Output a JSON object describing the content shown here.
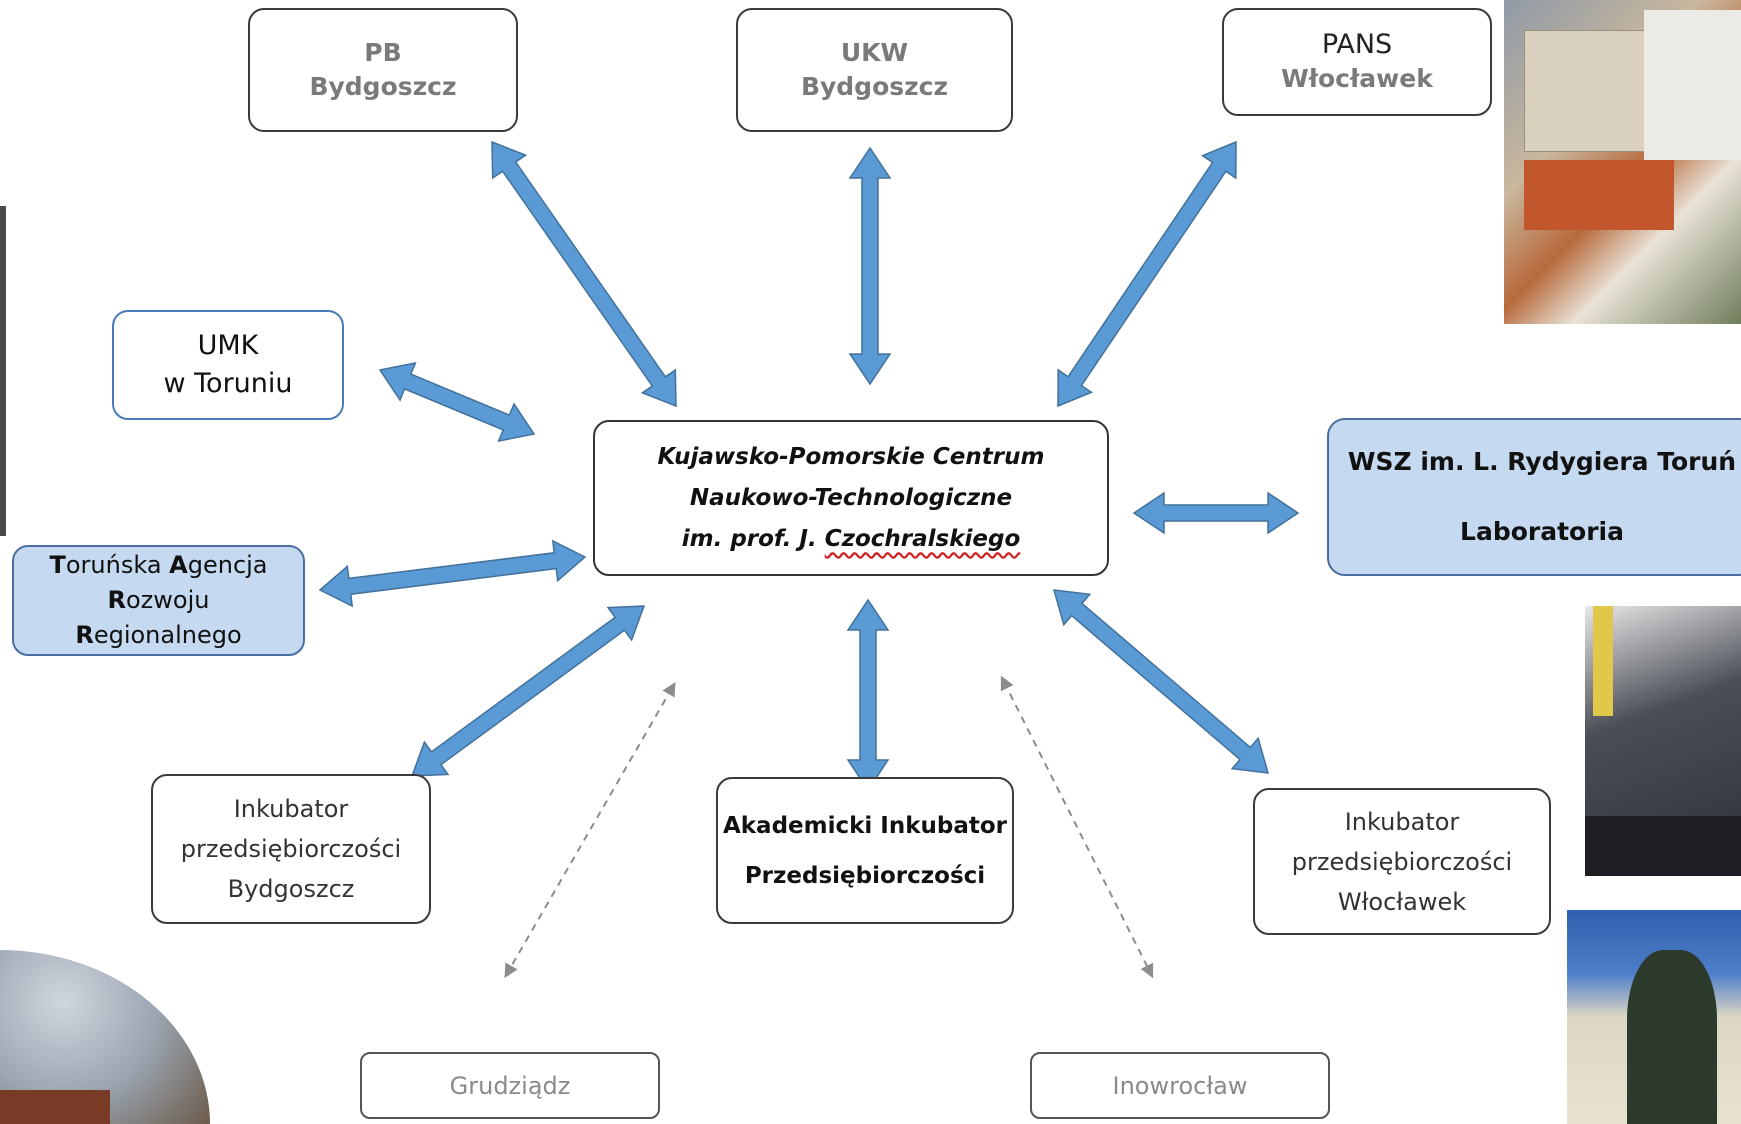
{
  "center": {
    "line1": "Kujawsko-Pomorskie Centrum",
    "line2": "Naukowo-Technologiczne",
    "line3_prefix": "im. prof. J. ",
    "line3_name": "Czochralskiego"
  },
  "partners": {
    "pb": {
      "line1": "PB",
      "line2": "Bydgoszcz"
    },
    "ukw": {
      "line1": "UKW",
      "line2": "Bydgoszcz"
    },
    "pans": {
      "line1": "PANS",
      "line2": "Włocławek"
    },
    "umk": {
      "line1": "UMK",
      "line2": "w Toruniu"
    },
    "wsz": {
      "line1": "WSZ im. L. Rydygiera Toruń",
      "line2": "Laboratoria"
    },
    "tarr": {
      "l1_initial": "T",
      "l1_rest": "oruńska ",
      "l1_initial2": "A",
      "l1_rest2": "gencja",
      "l2_initial": "R",
      "l2_rest": "ozwoju",
      "l3_initial": "R",
      "l3_rest": "egionalnego"
    },
    "inkubator_bydgoszcz": {
      "line1": "Inkubator",
      "line2": "przedsiębiorczości",
      "line3": "Bydgoszcz"
    },
    "aip": {
      "line1": "Akademicki Inkubator",
      "line2": "Przedsiębiorczości"
    },
    "inkubator_wloclawek": {
      "line1": "Inkubator",
      "line2": "przedsiębiorczości",
      "line3": "Włocławek"
    },
    "grudziadz": {
      "label": "Grudziądz"
    },
    "inowroclaw": {
      "label": "Inowrocław"
    }
  },
  "colors": {
    "arrow": "#5b9bd5",
    "arrow_stroke": "#41719c",
    "filled_box": "#c5d9f0",
    "dashed": "#8c8c8c"
  }
}
